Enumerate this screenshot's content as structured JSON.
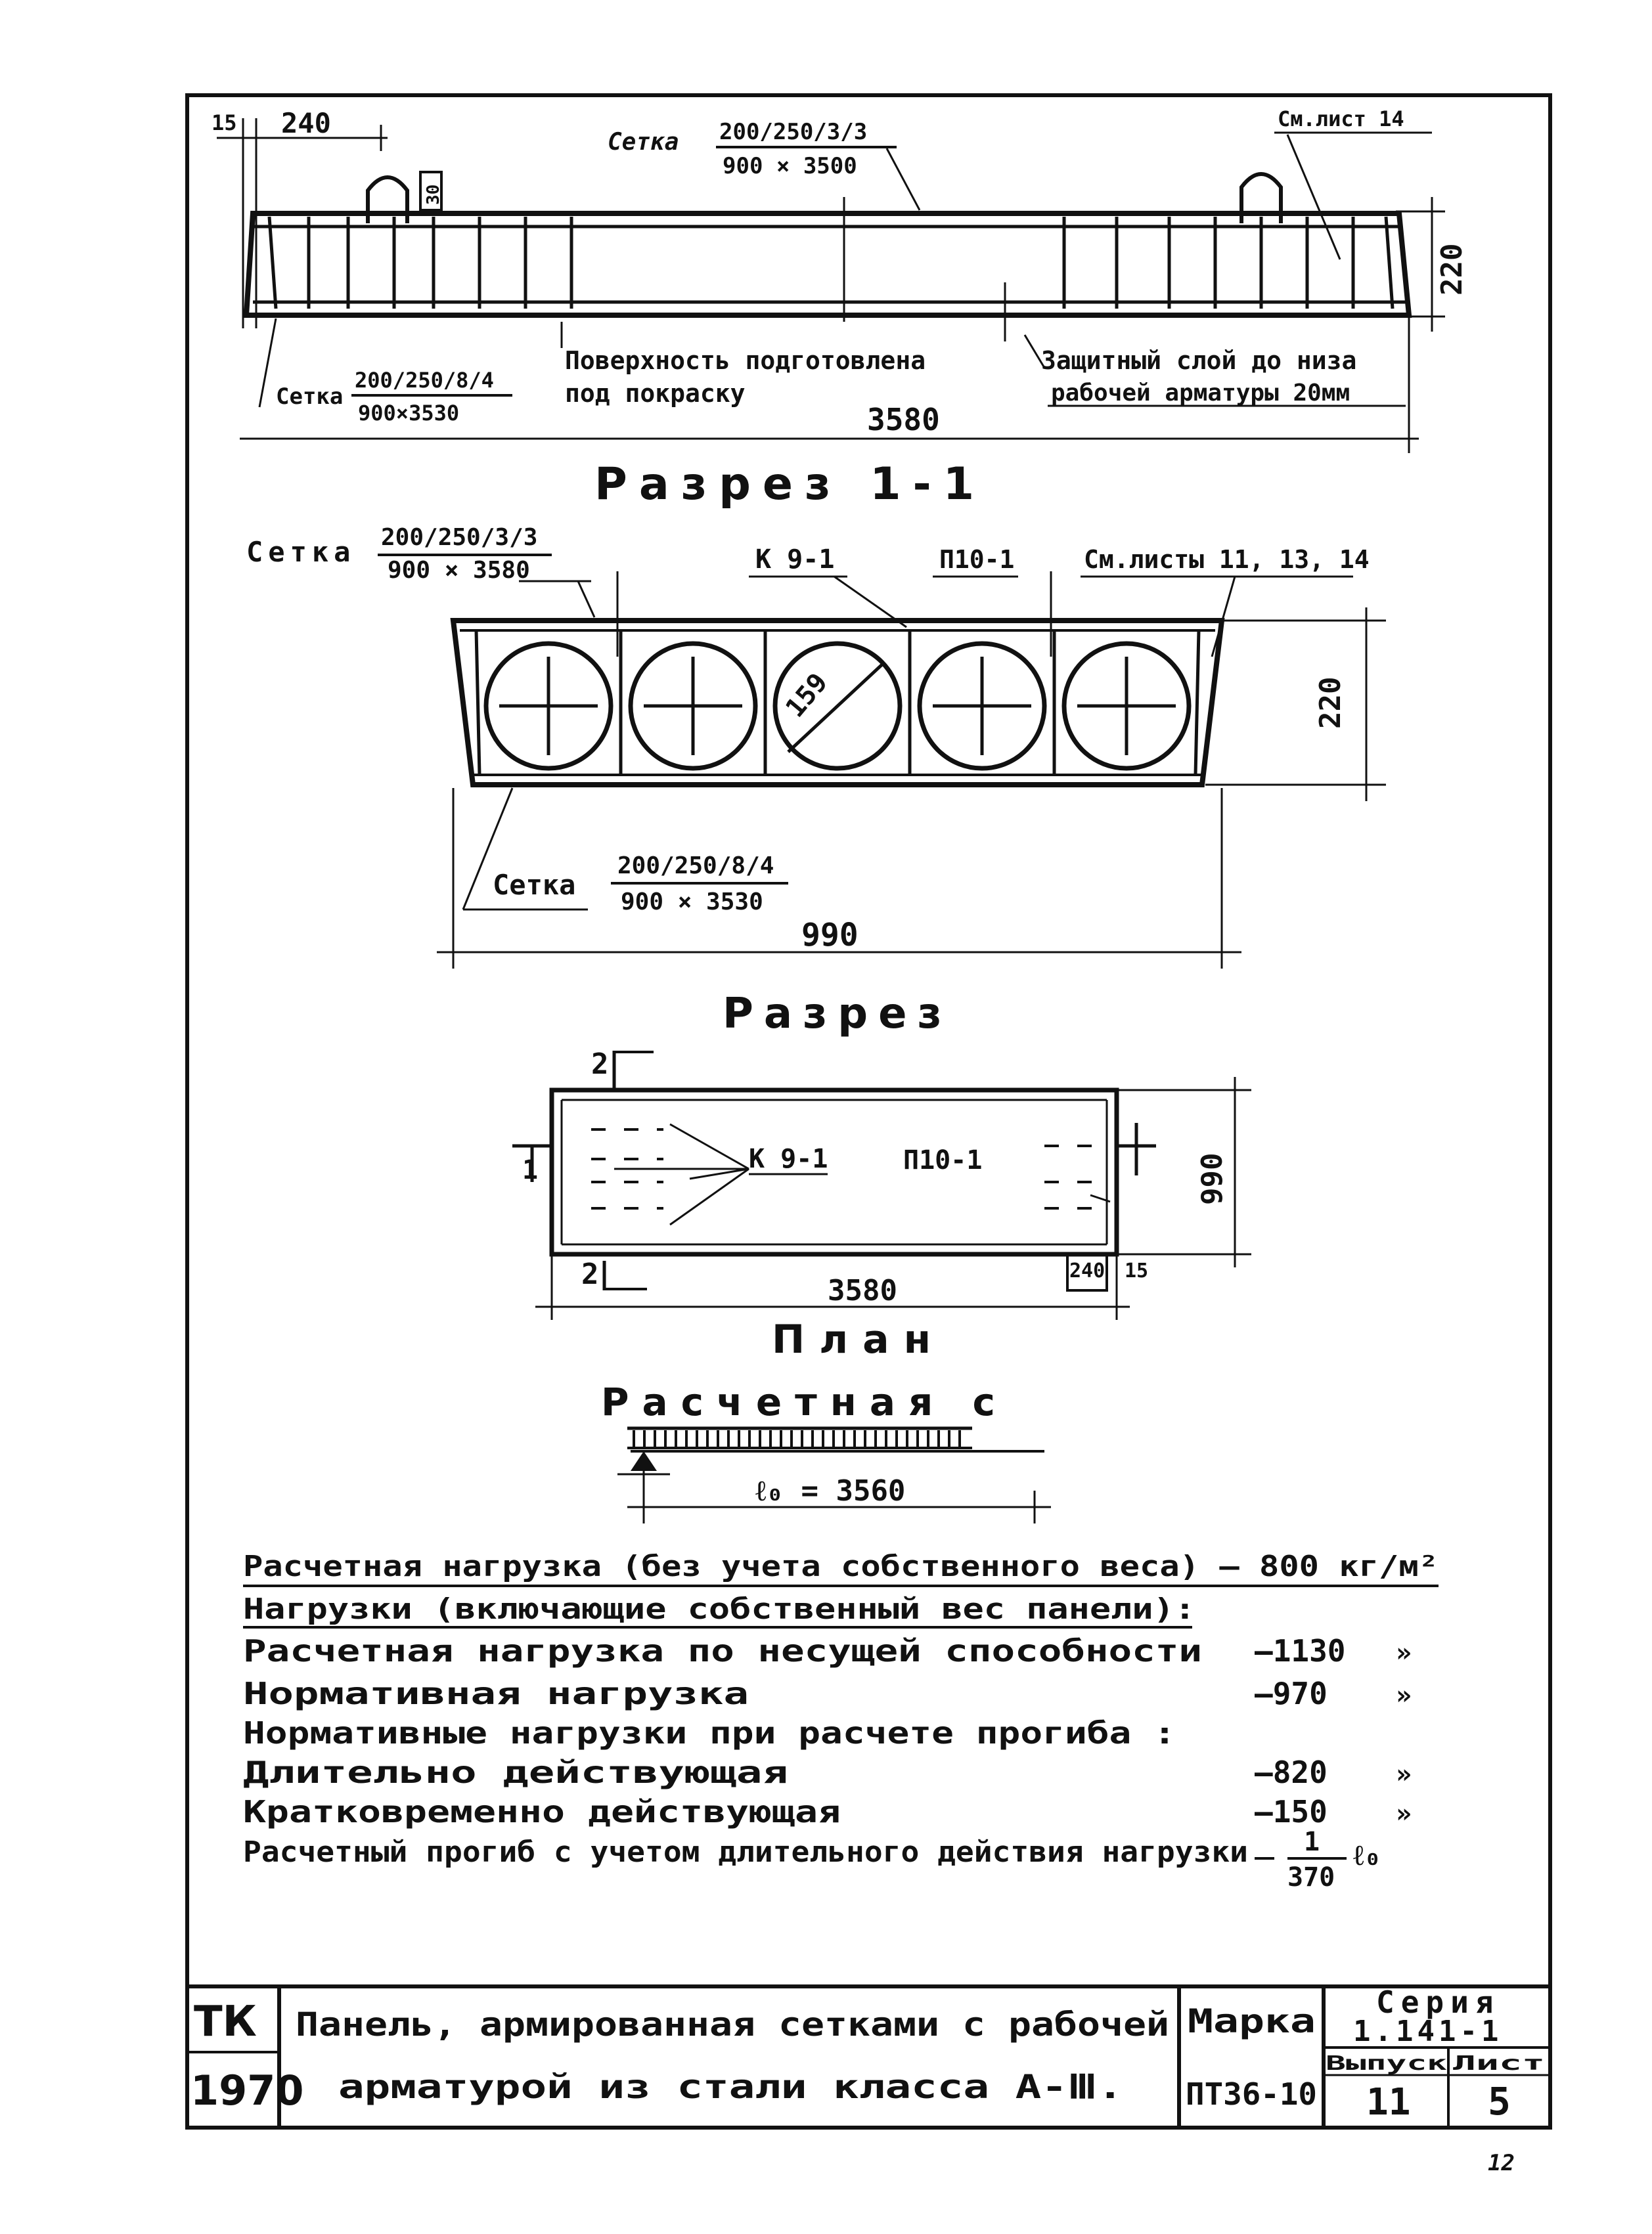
{
  "elevation": {
    "dim_15": "15",
    "dim_240": "240",
    "mesh_top_label": "Сетка",
    "mesh_top_num": "200/250/3/3",
    "mesh_top_den": "900 × 3500",
    "see_sheet": "См.лист 14",
    "dim_30": "30",
    "dim_220": "220",
    "mesh_bottom_label": "Сетка",
    "mesh_bottom_num": "200/250/8/4",
    "mesh_bottom_den": "900×3530",
    "surface_note_1": "Поверхность подготовлена",
    "surface_note_2": "под покраску",
    "cover_note_1": "Защитный слой до низа",
    "cover_note_2": "рабочей арматуры 20мм",
    "dim_length": "3580"
  },
  "section_1_1": {
    "title": "Разрез 1-1",
    "mesh_top_label": "Сетка",
    "mesh_top_num": "200/250/3/3",
    "mesh_top_den": "900 × 3580",
    "frame_label": "К 9-1",
    "loop_label": "П10-1",
    "see_sheets": "См.листы 11, 13, 14",
    "dim_159": "159",
    "dim_220": "220",
    "mesh_bottom_label": "Сетка",
    "mesh_bottom_num": "200/250/8/4",
    "mesh_bottom_den": "900 × 3530",
    "dim_width": "990"
  },
  "plan": {
    "title_top": "Разрез",
    "marker_2": "2",
    "marker_1": "1",
    "frame_label": "К 9-1",
    "loop_label": "П10-1",
    "dim_990": "990",
    "dim_3580": "3580",
    "dim_240": "240",
    "dim_15": "15",
    "title": "План"
  },
  "scheme": {
    "title": "Расчетная с",
    "span_label": "ℓ₀ = 3560"
  },
  "loads": {
    "line_1": "Расчетная нагрузка (без учета собственного веса) — 800 кг/м²",
    "line_2": "Нагрузки (включающие собственный вес панели):",
    "rows": [
      {
        "label": "Расчетная нагрузка по несущей способности",
        "value": "—1130",
        "unit": "»"
      },
      {
        "label": "Нормативная нагрузка",
        "value": "—970",
        "unit": "»"
      },
      {
        "label": "Нормативные нагрузки при расчете прогиба :",
        "value": "",
        "unit": ""
      },
      {
        "label": "Длительно действующая",
        "value": "—820",
        "unit": "»"
      },
      {
        "label": "Кратковременно действующая",
        "value": "—150",
        "unit": "»"
      }
    ],
    "deflection_label": "Расчетный прогиб с учетом длительного действия нагрузки",
    "deflection_num": "1",
    "deflection_den": "370",
    "deflection_unit": "ℓ₀"
  },
  "title_block": {
    "tk": "ТК",
    "year": "1970",
    "title_1": "Панель, армированная сетками с рабочей",
    "title_2": "арматурой из стали класса А-Ⅲ.",
    "marka_label": "Марка",
    "marka_value": "ПТ36-10",
    "series_label": "Серия",
    "series_value": "1.141-1",
    "issue_label": "Выпуск",
    "issue_value": "11",
    "sheet_label": "Лист",
    "sheet_value": "5"
  },
  "page_number": "12"
}
